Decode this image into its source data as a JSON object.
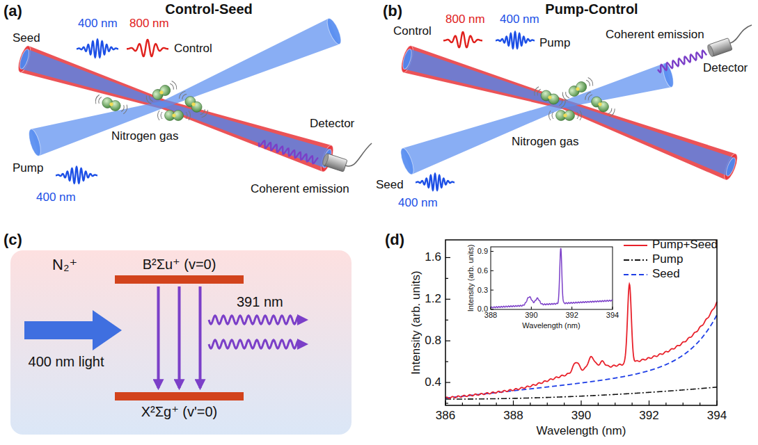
{
  "diagram": {
    "nodes": [
      {
        "text": [
          "N₂⁺",
          "400 nm light",
          "391 nm"
        ]
      },
      {
        "text": [
          "B²Σu⁺ (v=0)"
        ],
        "in": 0
      },
      {
        "text": [
          "X²Σg⁺ (v'=0)"
        ],
        "in": 0
      }
    ],
    "edges": [
      {
        "from": 1,
        "to": 2,
        "arrow": "to"
      },
      {
        "from": 1,
        "to": 2,
        "arrow": "to"
      },
      {
        "from": 1,
        "to": 2,
        "arrow": "to"
      }
    ],
    "labels": [
      "(a)",
      "Control-Seed",
      "400 nm",
      "800 nm",
      "Seed",
      "Control",
      "Nitrogen gas",
      "Detector",
      "Pump",
      "400 nm",
      "Coherent emission",
      "(b)",
      "Pump-Control",
      "800 nm",
      "400 nm",
      "Control",
      "Pump",
      "Coherent emission",
      "Detector",
      "Nitrogen gas",
      "Seed",
      "400 nm",
      "(c)",
      "(d)",
      "1.6",
      "1.2",
      "0.8",
      "0.4",
      "386",
      "388",
      "390",
      "392",
      "394",
      "Intensity (arb. units)",
      "Wavelength (nm)",
      "0.9",
      "0.6",
      "0.3",
      "0.0",
      "388",
      "390",
      "392",
      "394",
      "Intensity (arb. units)",
      "Wavelength (nm)"
    ],
    "legend": [
      {
        "text": "Pump+Seed"
      },
      {
        "text": "Pump"
      },
      {
        "text": "Seed"
      }
    ]
  }
}
